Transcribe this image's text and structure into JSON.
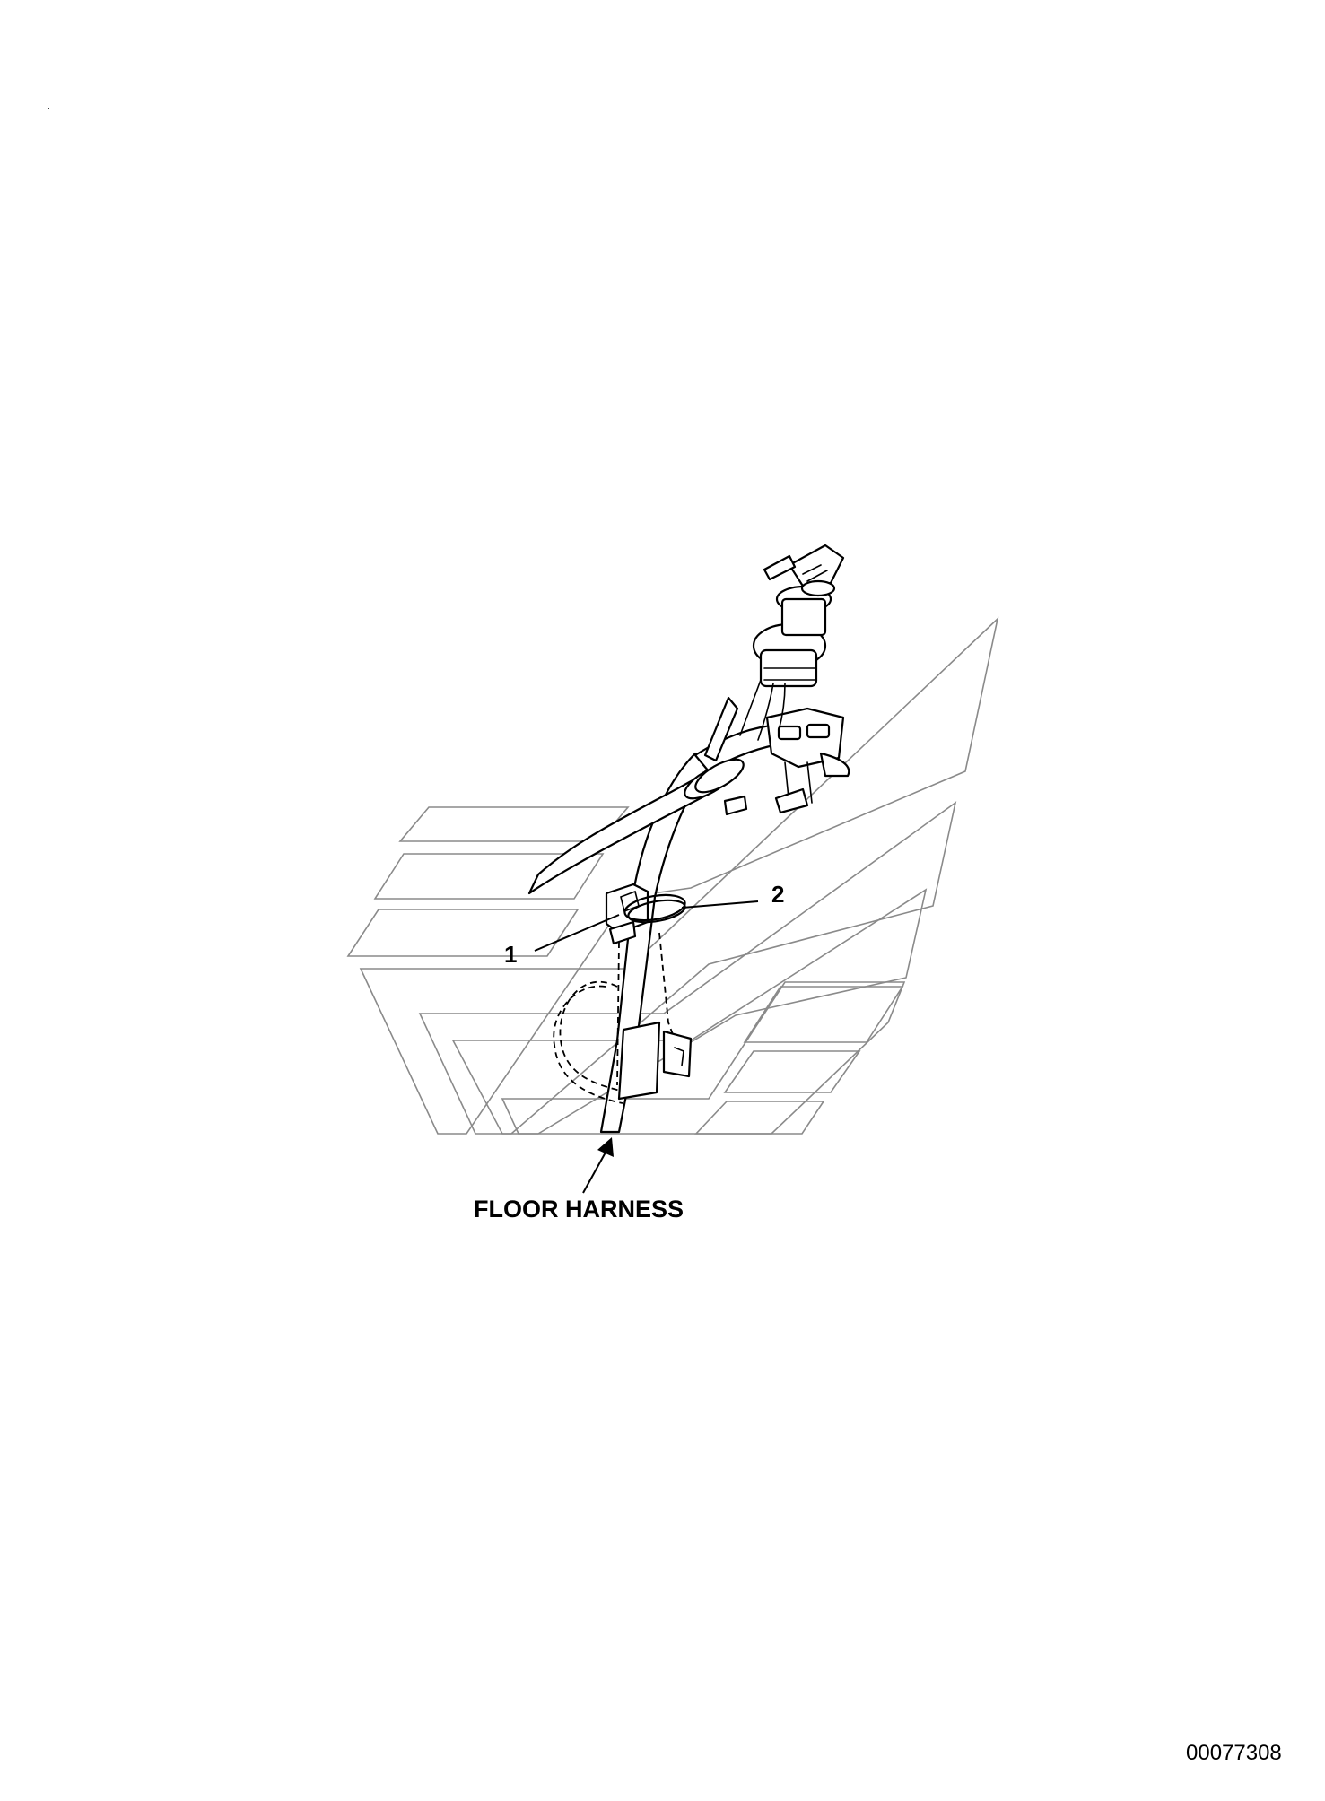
{
  "callouts": [
    {
      "id": "1",
      "label": "1"
    },
    {
      "id": "2",
      "label": "2"
    }
  ],
  "caption": "FLOOR HARNESS",
  "document_number": "00077308",
  "colors": {
    "line": "#000000",
    "watermark": "#8a8a8a",
    "background": "#ffffff"
  }
}
